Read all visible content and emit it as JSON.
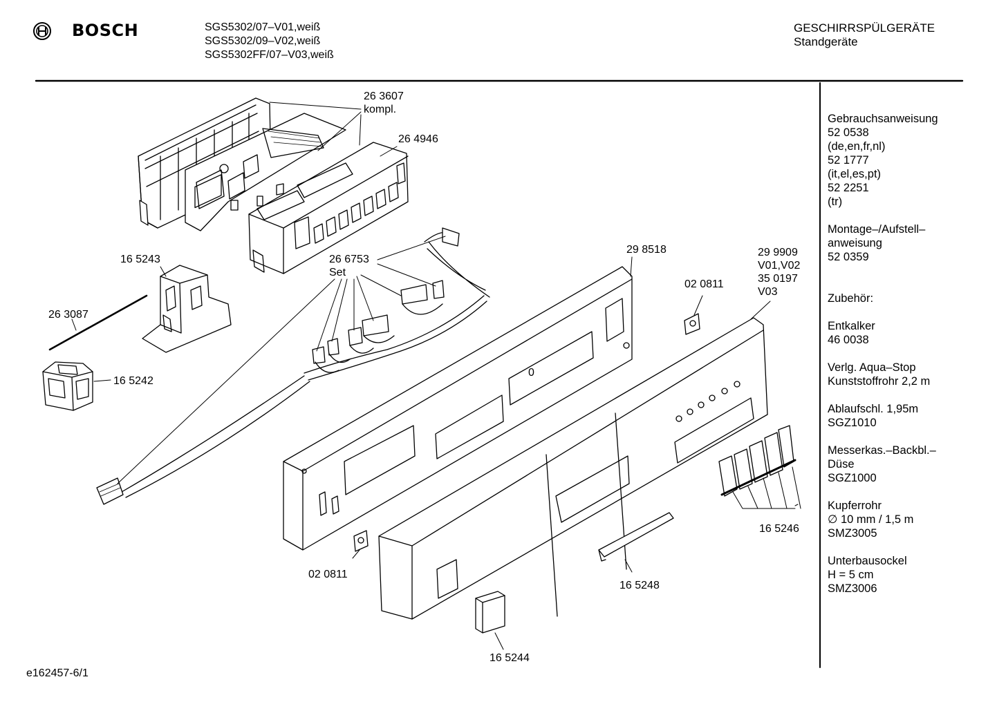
{
  "header": {
    "brand": "BOSCH",
    "models": [
      "SGS5302/07–V01,weiß",
      "SGS5302/09–V02,weiß",
      "SGS5302FF/07–V03,weiß"
    ],
    "category": "GESCHIRRSPÜLGERÄTE",
    "subcategory": "Standgeräte"
  },
  "part_labels": {
    "p263607": "26 3607",
    "p263607_note": "kompl.",
    "p264946": "26 4946",
    "p165243": "16 5243",
    "p263087": "26 3087",
    "p165242": "16 5242",
    "p266753": "26 6753",
    "p266753_note": "Set",
    "p298518": "29 8518",
    "p299909": "29 9909",
    "p299909_note": "V01,V02",
    "p350197": "35 0197",
    "p350197_note": "V03",
    "p020811_top": "02 0811",
    "p020811_bottom": "02 0811",
    "p165246": "16 5246",
    "p165248": "16 5248",
    "p165244": "16 5244",
    "panel_mark": "0"
  },
  "sidebar": {
    "manual_title": "Gebrauchsanweisung",
    "manual_1": "52 0538",
    "manual_1_lang": "(de,en,fr,nl)",
    "manual_2": "52 1777",
    "manual_2_lang": "(it,el,es,pt)",
    "manual_3": "52 2251",
    "manual_3_lang": "(tr)",
    "install_title_1": "Montage–/Aufstell–",
    "install_title_2": "anweisung",
    "install_no": "52 0359",
    "accessories": "Zubehör:",
    "descaler": "Entkalker",
    "descaler_no": "46 0038",
    "aqua_1": "Verlg. Aqua–Stop",
    "aqua_2": "Kunststoffrohr 2,2 m",
    "drain_1": "Ablaufschl. 1,95m",
    "drain_2": "SGZ1010",
    "basket_1": "Messerkas.–Backbl.–",
    "basket_2": "Düse",
    "basket_3": "SGZ1000",
    "copper_1": "Kupferrohr",
    "copper_2": "∅ 10 mm / 1,5 m",
    "copper_3": "SMZ3005",
    "plinth_1": "Unterbausockel",
    "plinth_2": "H = 5 cm",
    "plinth_3": "SMZ3006"
  },
  "footer": {
    "drawing_id": "e162457-6/1"
  }
}
